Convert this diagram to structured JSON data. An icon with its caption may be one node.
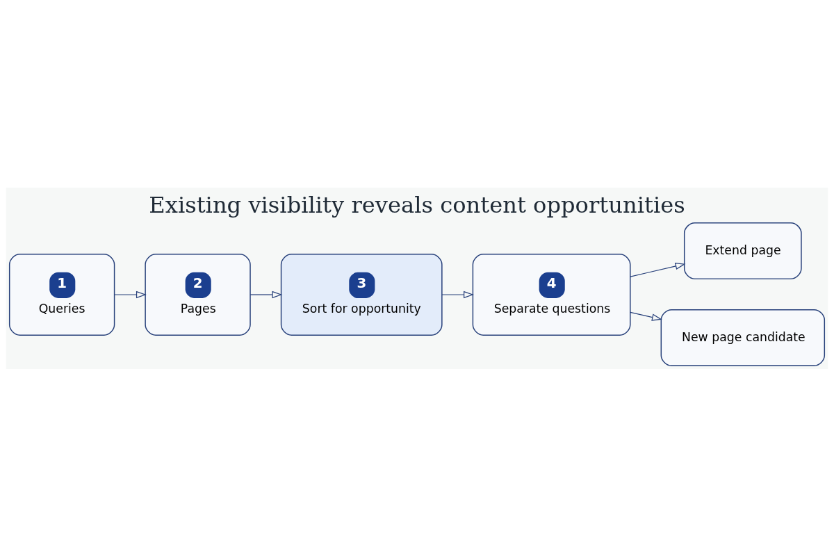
{
  "diagram": {
    "title": "Existing visibility reveals content opportunities",
    "nodes": [
      {
        "text": [
          "1",
          "Queries"
        ]
      },
      {
        "text": [
          "2",
          "Pages"
        ]
      },
      {
        "text": [
          "3",
          "Sort for opportunity"
        ]
      },
      {
        "text": [
          "4",
          "Separate questions"
        ]
      },
      {
        "text": [
          "Extend page"
        ]
      },
      {
        "text": [
          "New page candidate"
        ]
      }
    ],
    "edges": [
      {
        "from": 0,
        "to": 1,
        "arrow": "to"
      },
      {
        "from": 1,
        "to": 2,
        "arrow": "to"
      },
      {
        "from": 2,
        "to": 3,
        "arrow": "to"
      },
      {
        "from": 3,
        "to": 4,
        "arrow": "to"
      },
      {
        "from": 3,
        "to": 5,
        "arrow": "to"
      }
    ]
  }
}
